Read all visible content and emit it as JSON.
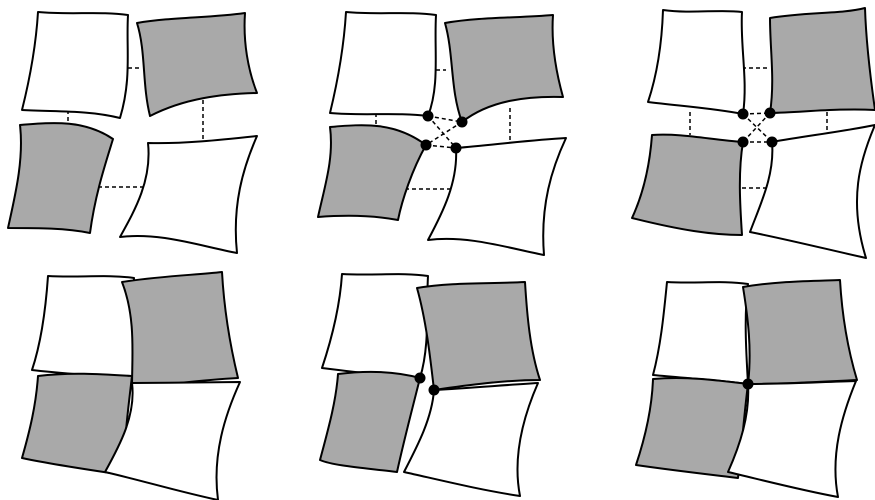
{
  "figure": {
    "panels": [
      {
        "id": "top-left",
        "stage": "separated-quads-with-edge-links"
      },
      {
        "id": "top-middle",
        "stage": "separated-quads-with-corner-vertices"
      },
      {
        "id": "top-right",
        "stage": "near-aligned-quads-with-corner-vertices"
      },
      {
        "id": "bottom-left",
        "stage": "overlapping-quads"
      },
      {
        "id": "bottom-middle",
        "stage": "overlapping-quads-with-two-vertices"
      },
      {
        "id": "bottom-right",
        "stage": "quads-meeting-at-single-vertex"
      }
    ],
    "colors": {
      "white_fill": "#ffffff",
      "gray_fill": "#a9a9a9",
      "stroke": "#000000",
      "vertex": "#000000"
    }
  }
}
